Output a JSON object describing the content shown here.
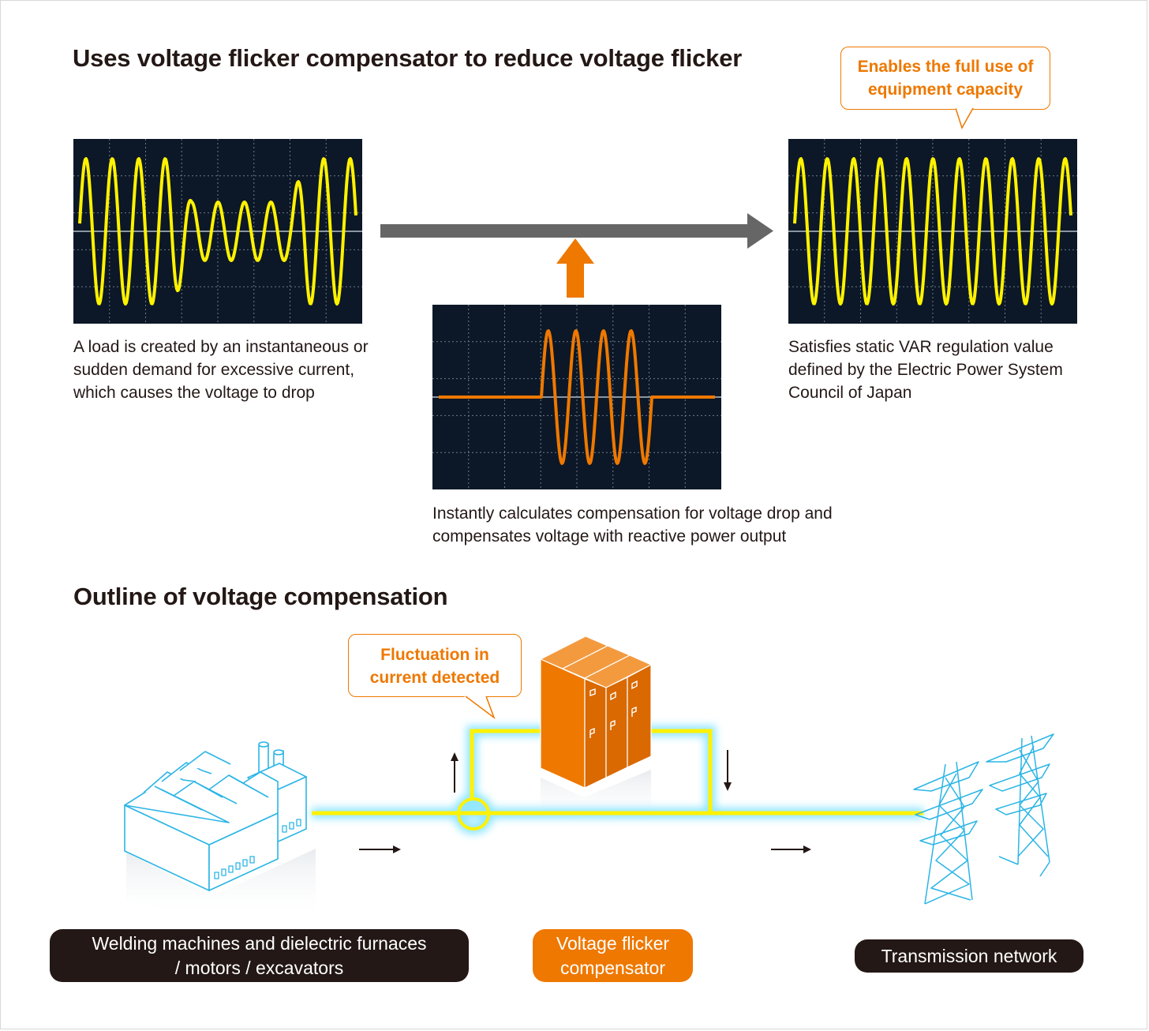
{
  "headings": {
    "top": "Uses voltage flicker compensator to reduce voltage flicker",
    "bottom": "Outline of voltage compensation"
  },
  "callouts": {
    "capacity": [
      "Enables the full use of",
      "equipment capacity"
    ],
    "fluctuation": [
      "Fluctuation in",
      "current detected"
    ]
  },
  "captions": {
    "load": [
      "A load is created by an instantaneous or",
      "sudden demand for excessive current,",
      "which causes the voltage to drop"
    ],
    "compensation": [
      "Instantly calculates compensation for voltage drop and",
      "compensates voltage with reactive power output"
    ],
    "satisfies": [
      "Satisfies static VAR regulation value",
      "defined by the Electric Power System",
      "Council of Japan"
    ]
  },
  "labels": {
    "load_devices": [
      "Welding machines and dielectric furnaces",
      "/ motors / excavators"
    ],
    "compensator": [
      "Voltage flicker",
      "compensator"
    ],
    "network": "Transmission network"
  },
  "colors": {
    "accent": "#ee7800",
    "wave": "#fff200",
    "scope_bg": "#0c1827",
    "line_glow": "#7fe3ff",
    "dark_label": "#231815",
    "arrow_gray": "#666666"
  },
  "icons": [
    "factory-icon",
    "voltage-flicker-compensator-cabinet-icon",
    "transmission-tower-icon",
    "right-arrow-icon",
    "up-arrow-icon",
    "down-arrow-icon",
    "current-sensor-ring-icon"
  ]
}
